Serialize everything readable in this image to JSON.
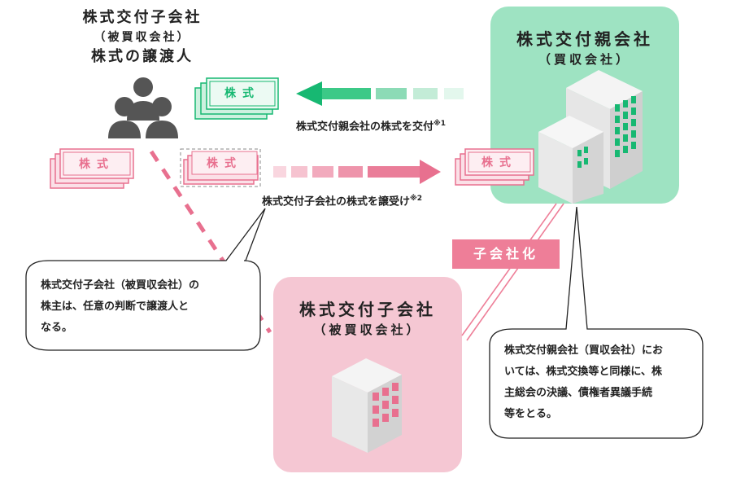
{
  "seller": {
    "line1": "株式交付子会社",
    "line2": "（被買収会社）",
    "line3": "株式の譲渡人"
  },
  "parent": {
    "title": "株式交付親会社",
    "subtitle": "（買収会社）"
  },
  "subsidiary": {
    "title": "株式交付子会社",
    "subtitle": "（被買収会社）"
  },
  "stock_label": "株式",
  "arrow_top_label": "株式交付親会社の株式を交付",
  "arrow_top_note": "※1",
  "arrow_bottom_label": "株式交付子会社の株式を譲受け",
  "arrow_bottom_note": "※2",
  "badge": "子会社化",
  "callout_left": {
    "l1": "株式交付子会社（被買収会社）の",
    "l2": "株主は、任意の判断で譲渡人と",
    "l3": "なる。"
  },
  "callout_right": {
    "l1": "株式交付親会社（買収会社）にお",
    "l2": "いては、株式交換等と同様に、株",
    "l3": "主総会の決議、債権者異議手続",
    "l4": "等をとる。"
  },
  "colors": {
    "green_card": "#9ee3c2",
    "green_accent": "#17b872",
    "pink_card": "#f5c7d3",
    "pink_accent": "#e8708f"
  }
}
